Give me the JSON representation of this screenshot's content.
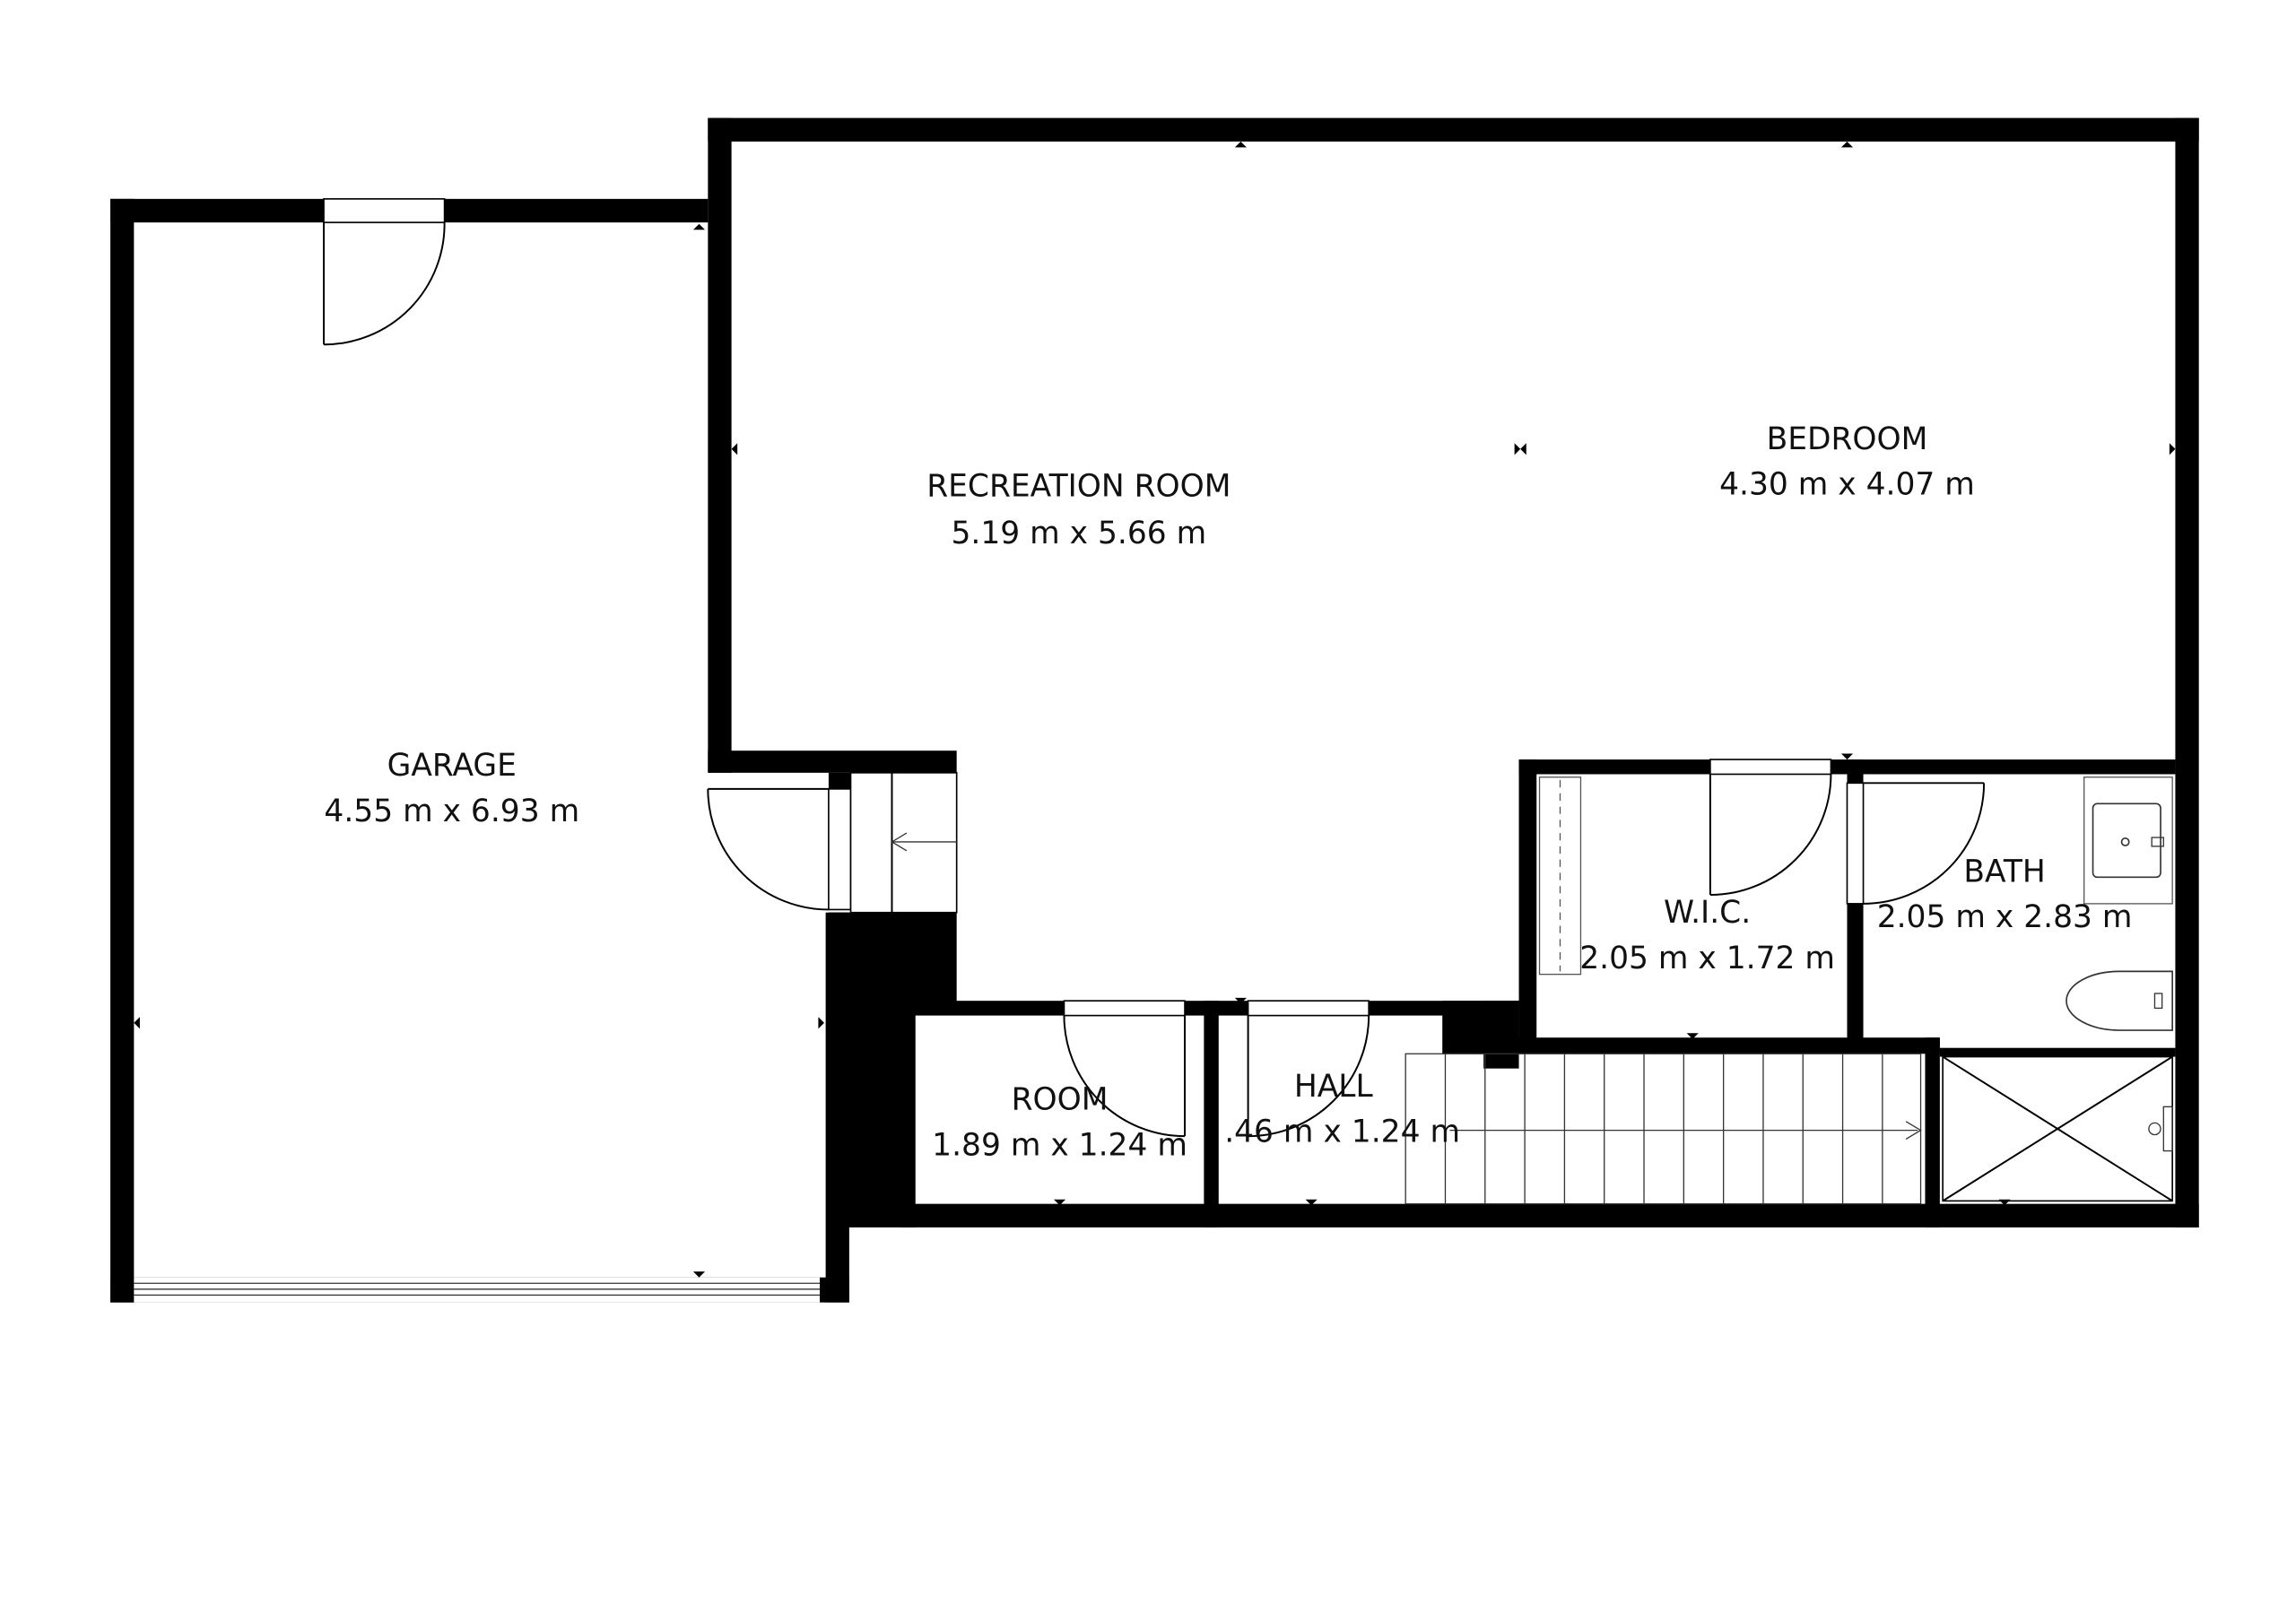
{
  "rooms": {
    "garage": {
      "name": "GARAGE",
      "size": "4.55 m x 6.93 m"
    },
    "recreation": {
      "name": "RECREATION ROOM",
      "size": "5.19 m x 5.66 m"
    },
    "bedroom": {
      "name": "BEDROOM",
      "size": "4.30 m x 4.07 m"
    },
    "wic": {
      "name": "W.I.C.",
      "size": "2.05 m x 1.72 m"
    },
    "bath": {
      "name": "BATH",
      "size": "2.05 m x 2.83 m"
    },
    "room": {
      "name": "ROOM",
      "size": "1.89 m x 1.24 m"
    },
    "hall": {
      "name": "HALL",
      "size": ".46 m x 1.24 m"
    }
  },
  "colors": {
    "wall": "#000000",
    "background": "#ffffff"
  }
}
